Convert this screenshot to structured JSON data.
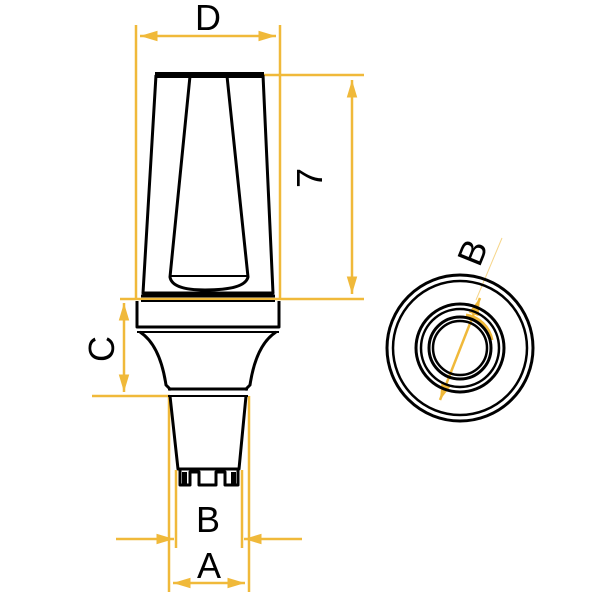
{
  "diagram": {
    "type": "technical-drawing",
    "subject": "dental implant abutment",
    "colors": {
      "outline": "#000000",
      "dimension": "#F0B93A",
      "background": "#ffffff"
    },
    "labels": {
      "top_width": "D",
      "height": "7",
      "gingival_height": "C",
      "inner_diameter": "B",
      "outer_diameter": "A",
      "top_view_diameter": "B"
    },
    "views": [
      "side-view",
      "top-view"
    ]
  }
}
